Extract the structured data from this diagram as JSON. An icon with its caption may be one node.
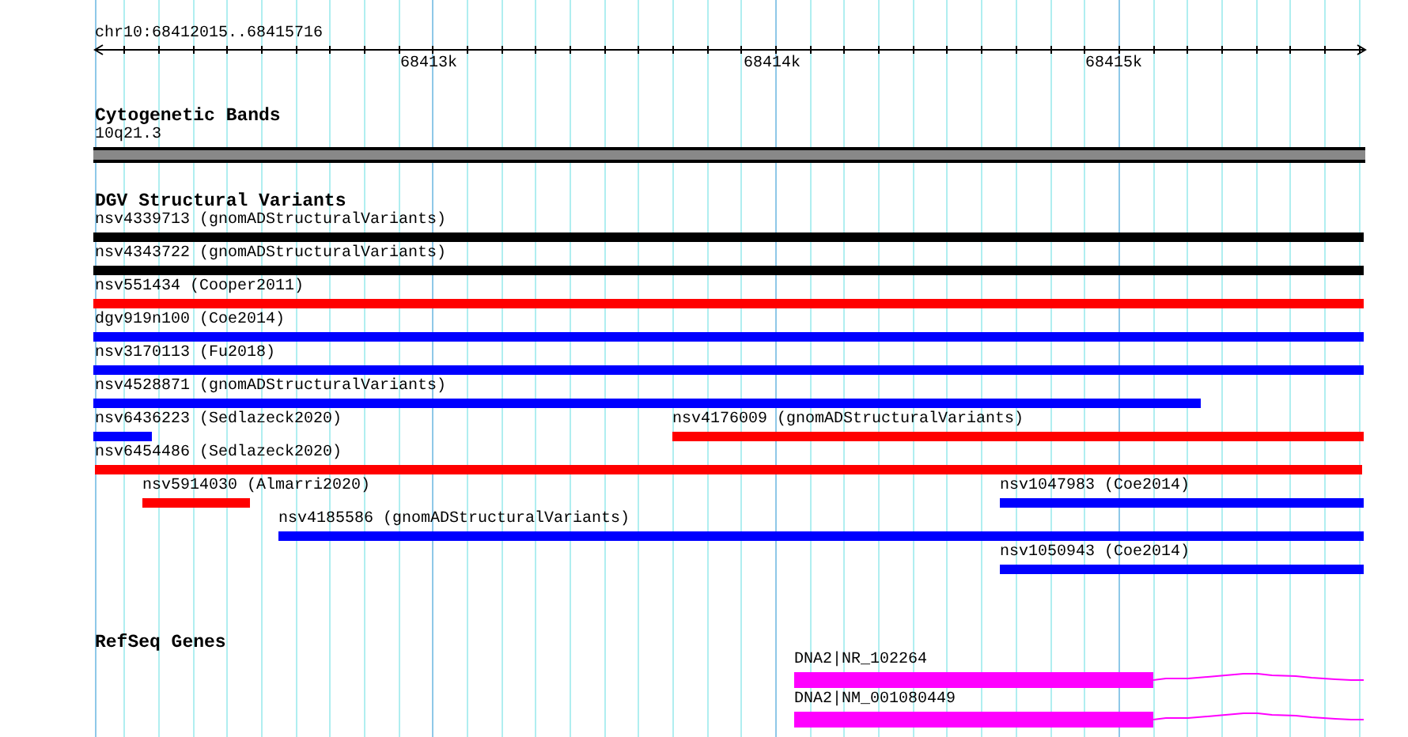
{
  "diagram": {
    "nodes": [
      {
        "text": [
          "10q21.3"
        ]
      },
      {
        "text": [
          "nsv4339713 (gnomADStructuralVariants)"
        ]
      },
      {
        "text": [
          "nsv4343722 (gnomADStructuralVariants)"
        ]
      },
      {
        "text": [
          "nsv551434 (Cooper2011)"
        ]
      },
      {
        "text": [
          "dgv919n100 (Coe2014)"
        ]
      },
      {
        "text": [
          "nsv3170113 (Fu2018)"
        ]
      },
      {
        "text": [
          "nsv4528871 (gnomADStructuralVariants)"
        ]
      },
      {
        "text": [
          "nsv6436223 (Sedlazeck2020)"
        ]
      },
      {
        "text": [
          "nsv4176009 (gnomADStructuralVariants)"
        ]
      },
      {
        "text": [
          "nsv6454486 (Sedlazeck2020)"
        ]
      },
      {
        "text": [
          "nsv5914030 (Almarri2020)"
        ]
      },
      {
        "text": [
          "nsv1047983 (Coe2014)"
        ]
      },
      {
        "text": [
          "nsv4185586 (gnomADStructuralVariants)"
        ]
      },
      {
        "text": [
          "nsv1050943 (Coe2014)"
        ]
      },
      {
        "text": [
          "DNA2|NR_102264"
        ]
      },
      {
        "text": [
          "DNA2|NM_001080449"
        ]
      }
    ],
    "labels": [
      "chr10:68412015..68415716",
      "68413k",
      "68414k",
      "68415k",
      "Cytogenetic Bands",
      "DGV Structural Variants",
      "RefSeq Genes"
    ]
  }
}
